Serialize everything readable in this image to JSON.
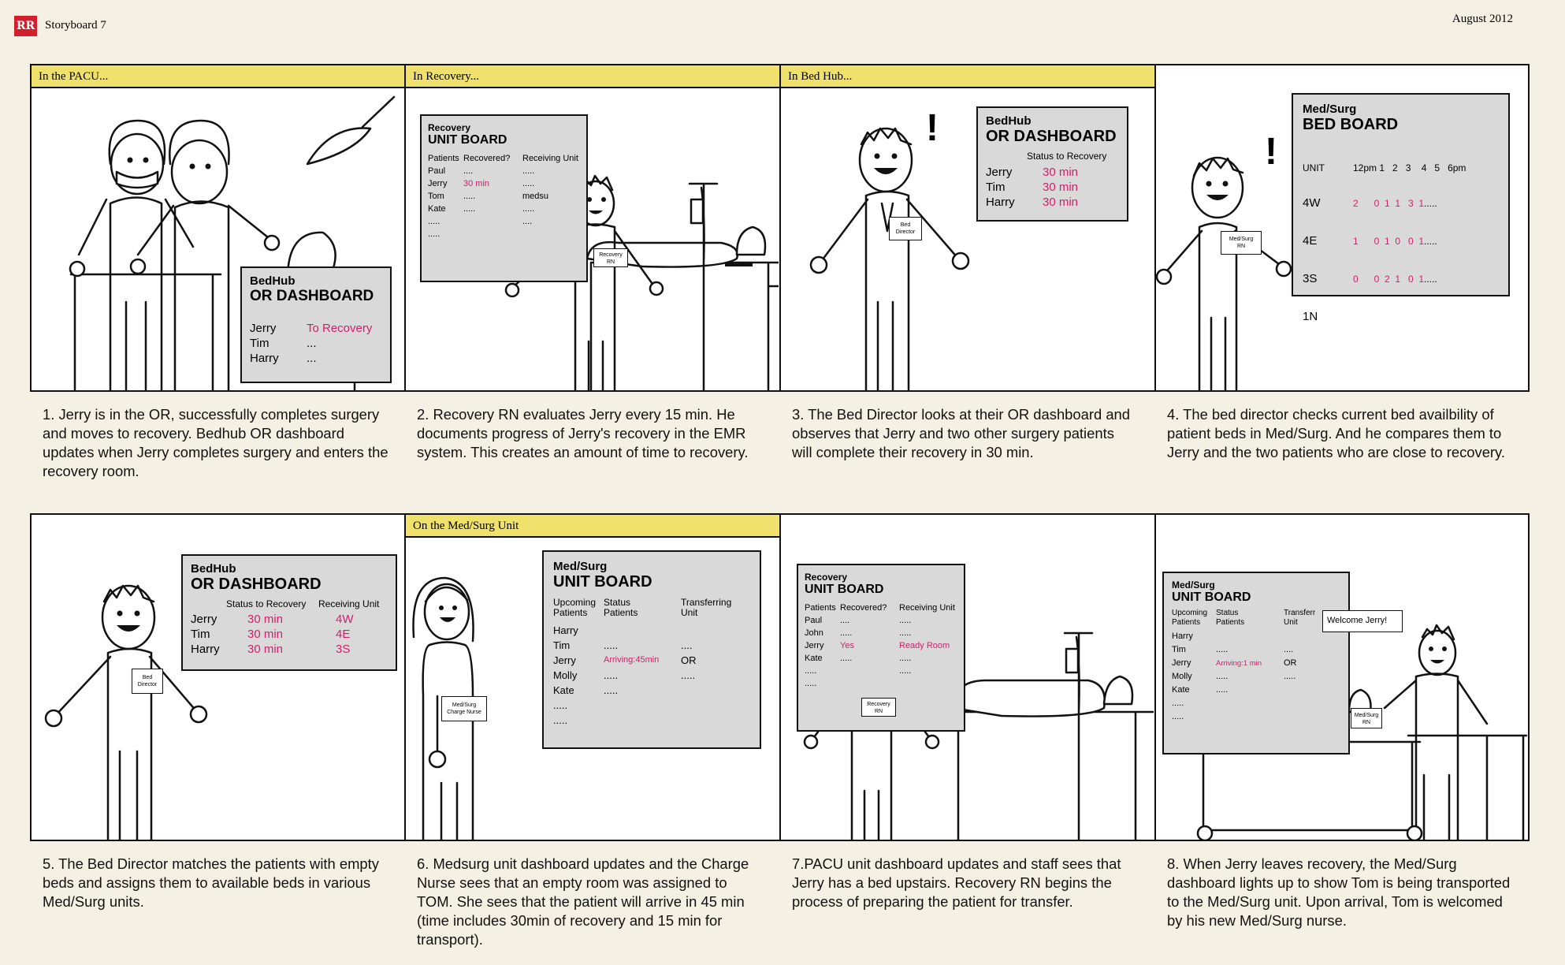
{
  "header": {
    "logo": "RR",
    "title": "Storyboard 7",
    "date": "August 2012"
  },
  "colors": {
    "panel_header": "#efe16b",
    "screen": "#d9d9d9",
    "accent": "#d0206d"
  },
  "panels": [
    {
      "header": "In the PACU...",
      "caption": "1. Jerry is in the OR, successfully completes surgery and moves to recovery. Bedhub OR dashboard updates when Jerry completes surgery and enters the recovery room.",
      "screen": {
        "line1": "BedHub",
        "line2": "OR DASHBOARD",
        "names": [
          "Jerry",
          "Tim",
          "Harry"
        ],
        "status": [
          "To Recovery",
          "...",
          "..."
        ]
      }
    },
    {
      "header": "In Recovery...",
      "caption": "2. Recovery RN evaluates Jerry every 15 min. He documents progress of Jerry's recovery in the EMR system. This creates an amount of time to recovery.",
      "screen": {
        "line1": "Recovery",
        "line2": "UNIT BOARD",
        "cols": [
          "Patients",
          "Recovered?",
          "Receiving Unit"
        ],
        "names": [
          "Paul",
          "Jerry",
          "Tom",
          "Kate",
          ".....",
          "....."
        ],
        "recovered": [
          "....",
          "30 min",
          ".....",
          ".....",
          "",
          ""
        ],
        "units": [
          ".....",
          ".....",
          "medsu",
          ".....",
          "....",
          ""
        ]
      },
      "badge": [
        "Recovery",
        "RN"
      ]
    },
    {
      "header": "In Bed Hub...",
      "caption": "3. The Bed Director looks at their OR dashboard and observes that Jerry and two other surgery patients will complete their recovery in 30 min.",
      "screen": {
        "line1": "BedHub",
        "line2": "OR DASHBOARD",
        "sub": "Status to Recovery",
        "names": [
          "Jerry",
          "Tim",
          "Harry"
        ],
        "status": [
          "30 min",
          "30 min",
          "30 min"
        ]
      },
      "badge": [
        "Bed",
        "Director"
      ],
      "exclaim": "!"
    },
    {
      "header": "",
      "caption": "4. The bed director checks current bed availbility of patient beds in Med/Surg. And he compares them to Jerry and the two patients who are close to recovery.",
      "screen": {
        "line1": "Med/Surg",
        "line2": "BED BOARD",
        "col_unit": "UNIT",
        "hours": "12pm 1   2   3    4   5   6pm",
        "units": [
          "4W",
          "4E",
          "3S",
          "1N"
        ],
        "values": [
          "2      0  1  1   3  1",
          "1      0  1  0   0  1",
          "0      0  2  1   0  1",
          ""
        ],
        "tails": [
          ".....",
          ".....",
          ".....",
          ""
        ]
      },
      "badge": [
        "Med/Surg",
        "RN"
      ],
      "exclaim": "!"
    },
    {
      "header": "",
      "caption": "5. The Bed Director matches the patients with empty beds and assigns them to available beds in various Med/Surg units.",
      "screen": {
        "line1": "BedHub",
        "line2": "OR DASHBOARD",
        "sub1": "Status to Recovery",
        "sub2": "Receiving Unit",
        "names": [
          "Jerry",
          "Tim",
          "Harry"
        ],
        "status": [
          "30 min",
          "30 min",
          "30 min"
        ],
        "units": [
          "4W",
          "4E",
          "3S"
        ]
      },
      "badge": [
        "Bed",
        "Director"
      ]
    },
    {
      "header": "On the Med/Surg Unit",
      "caption": "6. Medsurg unit dashboard updates and the Charge Nurse sees that an empty room was assigned to TOM. She sees that the patient will arrive in 45 min (time includes 30min of recovery and 15 min for transport).",
      "screen": {
        "line1": "Med/Surg",
        "line2": "UNIT BOARD",
        "col1": [
          "Upcoming",
          "Patients"
        ],
        "col2": [
          "Status",
          "Patients"
        ],
        "col3": [
          "Transferring",
          "Unit"
        ],
        "names": [
          "Harry",
          "Tim",
          "Jerry",
          "Molly",
          "Kate",
          ".....",
          "....."
        ],
        "status": [
          "",
          ".....",
          "Arriving:45min",
          ".....",
          ".....",
          "",
          ""
        ],
        "units": [
          "",
          "....",
          "OR",
          ".....",
          "",
          "",
          ""
        ]
      },
      "badge": [
        "Med/Surg",
        "Charge Nurse"
      ]
    },
    {
      "header": "",
      "caption": "7.PACU unit dashboard updates and staff sees that Jerry has a bed upstairs. Recovery RN begins the process of preparing the patient for transfer.",
      "screen": {
        "line1": "Recovery",
        "line2": "UNIT BOARD",
        "cols": [
          "Patients",
          "Recovered?",
          "Receiving Unit"
        ],
        "names": [
          "Paul",
          "John",
          "Jerry",
          "Kate",
          ".....",
          "....."
        ],
        "recovered": [
          "....",
          ".....",
          "Yes",
          ".....",
          "",
          ""
        ],
        "units": [
          ".....",
          ".....",
          "Ready Room",
          ".....",
          ".....",
          ""
        ]
      },
      "badge": [
        "Recovery",
        "RN"
      ]
    },
    {
      "header": "",
      "caption": "8. When Jerry leaves recovery, the Med/Surg dashboard lights up to show Tom is being transported to the Med/Surg unit. Upon arrival, Tom is welcomed by his new Med/Surg nurse.",
      "screen": {
        "line1": "Med/Surg",
        "line2": "UNIT BOARD",
        "col1": [
          "Upcoming",
          "Patients"
        ],
        "col2": [
          "Status",
          "Patients"
        ],
        "col3": [
          "Transferr",
          "Unit"
        ],
        "names": [
          "Harry",
          "Tim",
          "Jerry",
          "Molly",
          "Kate",
          ".....",
          "....."
        ],
        "status": [
          "",
          ".....",
          "Arriving:1 min",
          ".....",
          ".....",
          "",
          ""
        ],
        "units": [
          "",
          "....",
          "OR",
          ".....",
          "",
          "",
          ""
        ]
      },
      "badge": [
        "Med/Surg",
        "RN"
      ],
      "bubble": "Welcome Jerry!"
    }
  ]
}
